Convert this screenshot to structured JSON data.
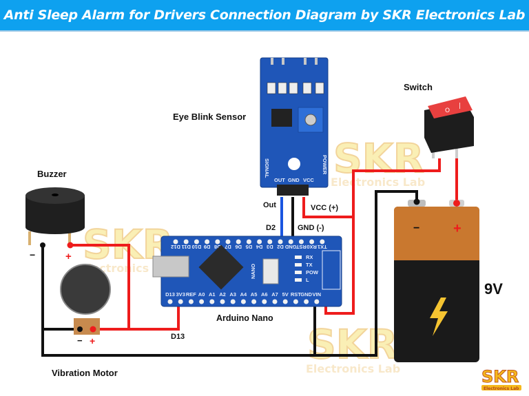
{
  "title": "Anti Sleep Alarm for Drivers Connection Diagram by SKR Electronics Lab",
  "colors": {
    "header_bg": "#0ea1ef",
    "wire_positive": "#ee1c1c",
    "wire_ground": "#111111",
    "wire_signal": "#1a55e0",
    "pcb_blue": "#1f56b8",
    "battery_copper": "#c9782f",
    "switch_red": "#e8403f"
  },
  "components": {
    "eye_blink_sensor": {
      "label": "Eye Blink Sensor",
      "side_left": "SIGNAL",
      "side_right": "POWER",
      "pins": [
        "OUT",
        "GND",
        "VCC"
      ],
      "wire_labels": {
        "out": "Out",
        "d2": "D2",
        "vcc": "VCC (+)",
        "gnd": "GND (-)"
      }
    },
    "switch": {
      "label": "Switch",
      "rocker_symbol": "O",
      "rocker_on": "|"
    },
    "buzzer": {
      "label": "Buzzer",
      "neg": "−",
      "pos": "+"
    },
    "vibration_motor": {
      "label": "Vibration Motor",
      "neg": "−",
      "pos": "+"
    },
    "battery": {
      "label": "9V",
      "neg": "−",
      "pos": "+"
    },
    "arduino": {
      "label": "Arduino Nano",
      "board_text": "NANO",
      "top_pins": [
        "D12",
        "D11",
        "D10",
        "D9",
        "D8",
        "D7",
        "D6",
        "D5",
        "D4",
        "D3",
        "D2",
        "GND",
        "RST",
        "RX0",
        "TX1"
      ],
      "bottom_pins": [
        "D13",
        "3V3",
        "REF",
        "A0",
        "A1",
        "A2",
        "A3",
        "A4",
        "A5",
        "A6",
        "A7",
        "5V",
        "RST",
        "GND",
        "VIN"
      ],
      "leds": [
        "RX",
        "TX",
        "POW",
        "L"
      ],
      "d13_label": "D13"
    }
  },
  "watermark": {
    "brand": "SKR",
    "sub": "Electronics Lab"
  },
  "logo": {
    "brand": "SKR",
    "sub": "Electronics Lab"
  }
}
